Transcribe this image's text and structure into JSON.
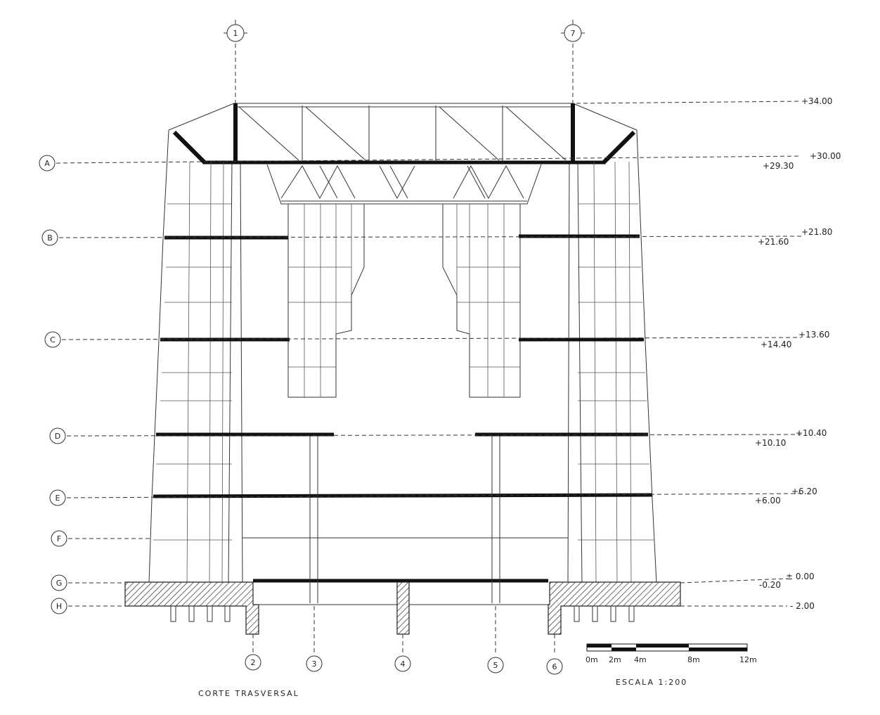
{
  "drawing": {
    "title": "CORTE TRASVERSAL",
    "scale_label": "ESCALA 1:200",
    "scale_ticks": [
      "0m",
      "2m",
      "4m",
      "8m",
      "12m"
    ]
  },
  "axes_top": [
    "1",
    "7"
  ],
  "axes_bottom": [
    "2",
    "3",
    "4",
    "5",
    "6"
  ],
  "row_labels": [
    "A",
    "B",
    "C",
    "D",
    "E",
    "F",
    "G",
    "H"
  ],
  "levels": {
    "top": "+34.00",
    "a1": "+30.00",
    "a2": "+29.30",
    "b1": "+21.80",
    "b2": "+21.60",
    "c1": "+13.60",
    "c2": "+14.40",
    "d1": "+10.40",
    "d2": "+10.10",
    "e1": "+6.20",
    "e2": "+6.00",
    "g1": "± 0.00",
    "g2": "-0.20",
    "h1": "- 2.00"
  },
  "colors": {
    "ink": "#111111",
    "paper": "#ffffff"
  }
}
